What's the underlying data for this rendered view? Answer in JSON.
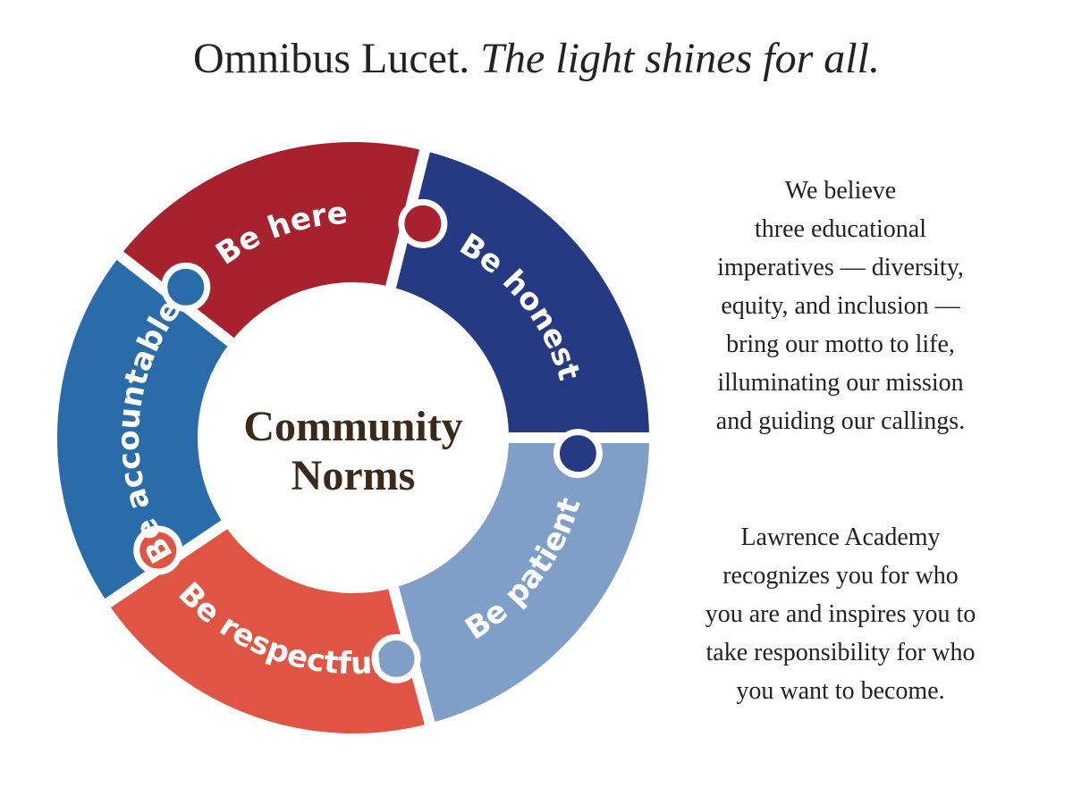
{
  "title": {
    "motto": "Omnibus Lucet.",
    "translation": "The light shines for all."
  },
  "center": {
    "line1": "Community",
    "line2": "Norms",
    "color": "#3B2A1A"
  },
  "segments": [
    {
      "label": "Be here",
      "color": "#A8212E"
    },
    {
      "label": "Be honest",
      "color": "#263A84"
    },
    {
      "label": "Be patient",
      "color": "#809FC8"
    },
    {
      "label": "Be respectful",
      "color": "#E05443"
    },
    {
      "label": "Be accountable",
      "color": "#2A6BAA"
    }
  ],
  "paragraph1": [
    "We believe",
    "three educational",
    "imperatives — diversity,",
    "equity, and inclusion —",
    "bring our motto to life,",
    "illuminating our mission",
    "and guiding our callings."
  ],
  "paragraph2": [
    "Lawrence Academy",
    "recognizes you for who",
    "you are and inspires you to",
    "take responsibility for who",
    "you want to become."
  ]
}
